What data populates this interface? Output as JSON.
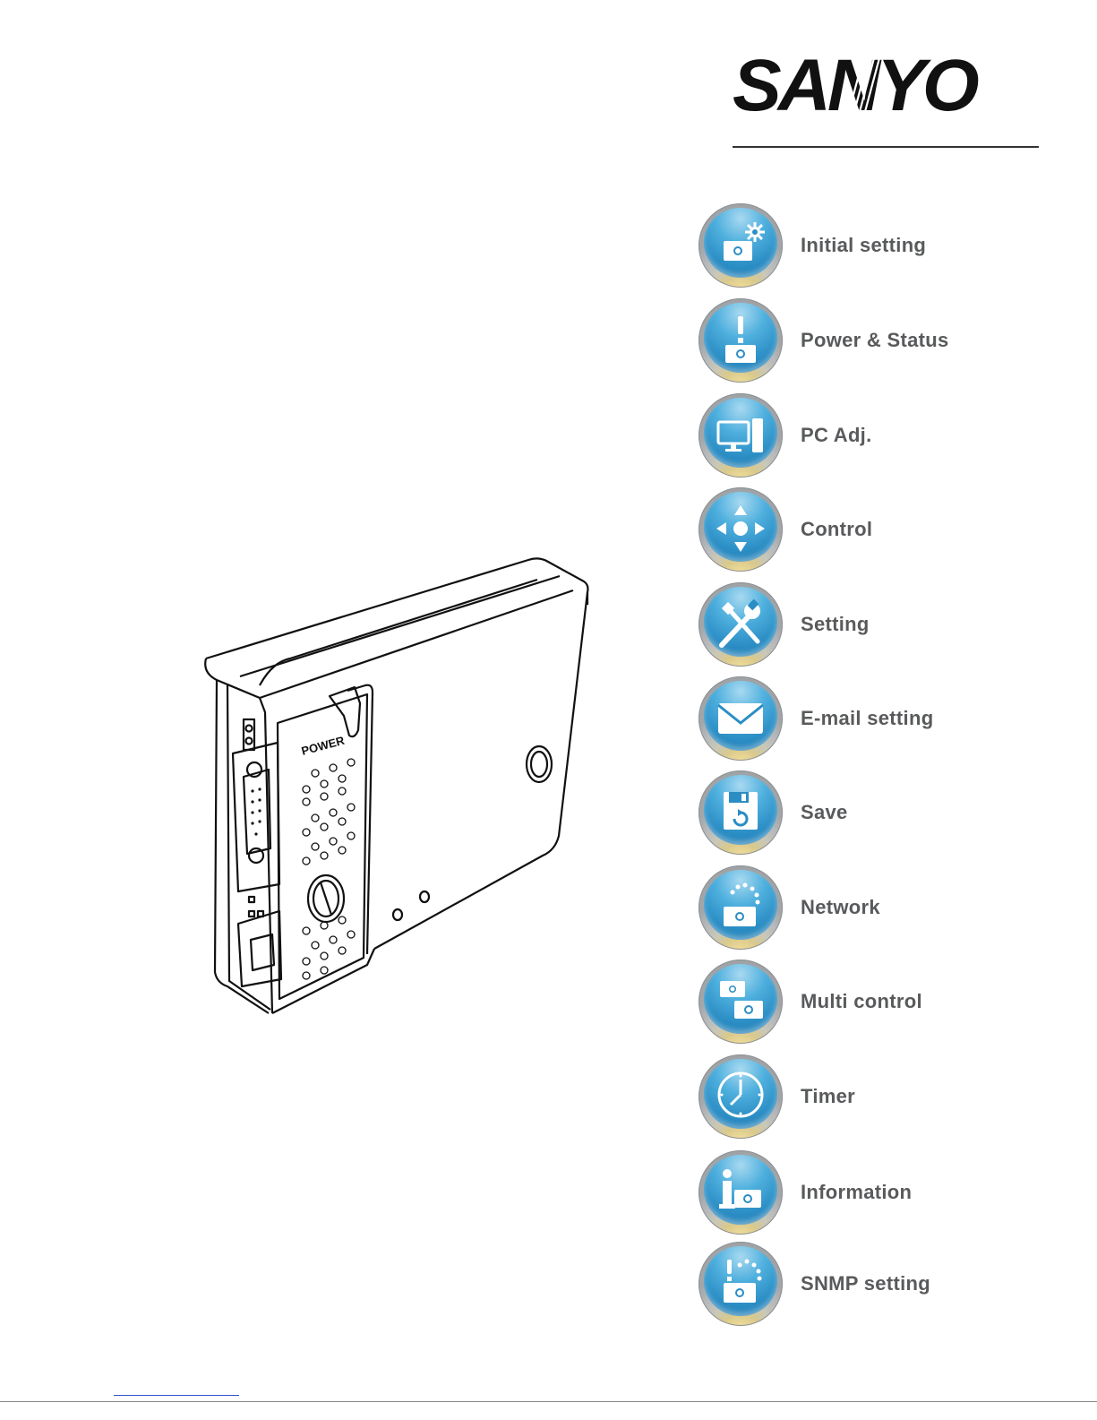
{
  "brand": {
    "name": "SANYO"
  },
  "menu": {
    "items": [
      {
        "label": "Initial setting",
        "icon": "projector-gear-icon"
      },
      {
        "label": "Power & Status",
        "icon": "projector-alert-icon"
      },
      {
        "label": "PC Adj.",
        "icon": "computer-icon"
      },
      {
        "label": "Control",
        "icon": "direction-pad-icon"
      },
      {
        "label": "Setting",
        "icon": "tools-icon"
      },
      {
        "label": "E-mail setting",
        "icon": "envelope-icon"
      },
      {
        "label": "Save",
        "icon": "floppy-disk-icon"
      },
      {
        "label": "Network",
        "icon": "projector-network-icon"
      },
      {
        "label": "Multi control",
        "icon": "multiple-projectors-icon"
      },
      {
        "label": "Timer",
        "icon": "clock-icon"
      },
      {
        "label": "Information",
        "icon": "info-projector-icon"
      },
      {
        "label": "SNMP setting",
        "icon": "projector-snmp-icon"
      }
    ]
  },
  "device": {
    "power_label": "POWER"
  }
}
